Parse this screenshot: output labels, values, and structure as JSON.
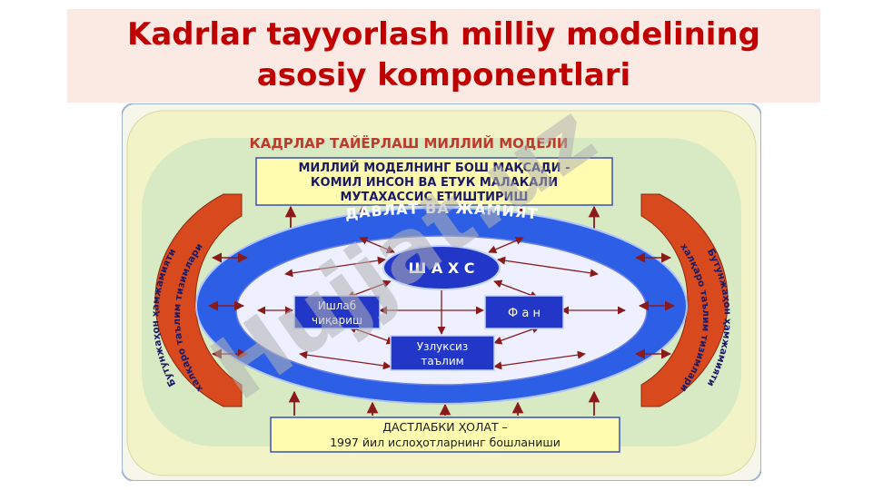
{
  "slide": {
    "title_line1": "Kadrlar tayyorlash milliy modelining",
    "title_line2": "asosiy komponentlari"
  },
  "diagram": {
    "header": "КАДРЛАР ТАЙЁРЛАШ МИЛЛИЙ МОДЕЛИ",
    "goal_box": {
      "line1": "МИЛЛИЙ МОДЕЛНИНГ БОШ МАҚСАДИ -",
      "line2": "КОМИЛ ИНСОН ВА  ЕТУК МАЛАКАЛИ",
      "line3": "МУТАХАССИС ЕТИШТИРИШ"
    },
    "ring_label": "ДАВЛАТ ВА ЖАМИЯТ",
    "nodes": {
      "center": "Ш А Х С",
      "production_line1": "Ишлаб",
      "production_line2": "чиқариш",
      "science": "Ф а н",
      "education_line1": "Узлуксиз",
      "education_line2": "таълим"
    },
    "left_arc_line1": "Бутунжаҳон ҳамжамияти",
    "left_arc_line2": "халқаро таълим тизимлари",
    "right_arc_line1": "Бутунжаҳон ҳамжамияти",
    "right_arc_line2": "халқаро таълим тизимлари",
    "start_box": {
      "line1": "ДАСТЛАБКИ ҲОЛАТ –",
      "line2": "1997 йил ислоҳотларнинг бошланиши"
    }
  },
  "watermark": "Hujjat.uz",
  "colors": {
    "title": "#c00000",
    "title_bg": "#fbe9e3",
    "outer_bg": "#f3f3c8",
    "inner_bg": "#d8eac4",
    "ring_blue": "#2c5fe6",
    "node_blue": "#2237c8",
    "arc_orange": "#d84a1e",
    "box_yellow": "#fffcb0",
    "arrow": "#8b1a1a"
  }
}
